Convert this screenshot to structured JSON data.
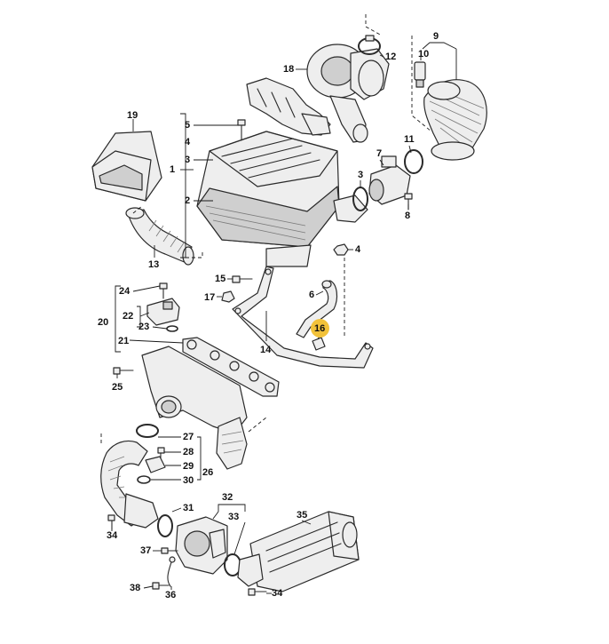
{
  "diagram": {
    "highlight_color": "#f2c23a",
    "highlighted_callout": "16",
    "callouts": [
      {
        "id": "c1",
        "text": "1"
      },
      {
        "id": "c2",
        "text": "2"
      },
      {
        "id": "c3a",
        "text": "3"
      },
      {
        "id": "c3b",
        "text": "3"
      },
      {
        "id": "c4a",
        "text": "4"
      },
      {
        "id": "c4b",
        "text": "4"
      },
      {
        "id": "c5",
        "text": "5"
      },
      {
        "id": "c6",
        "text": "6"
      },
      {
        "id": "c7",
        "text": "7"
      },
      {
        "id": "c8",
        "text": "8"
      },
      {
        "id": "c9",
        "text": "9"
      },
      {
        "id": "c10",
        "text": "10"
      },
      {
        "id": "c11",
        "text": "11"
      },
      {
        "id": "c12",
        "text": "12"
      },
      {
        "id": "c13",
        "text": "13"
      },
      {
        "id": "c14",
        "text": "14"
      },
      {
        "id": "c15",
        "text": "15"
      },
      {
        "id": "c16",
        "text": "16"
      },
      {
        "id": "c17",
        "text": "17"
      },
      {
        "id": "c18",
        "text": "18"
      },
      {
        "id": "c19",
        "text": "19"
      },
      {
        "id": "c20",
        "text": "20"
      },
      {
        "id": "c21",
        "text": "21"
      },
      {
        "id": "c22",
        "text": "22"
      },
      {
        "id": "c23",
        "text": "23"
      },
      {
        "id": "c24",
        "text": "24"
      },
      {
        "id": "c25",
        "text": "25"
      },
      {
        "id": "c26",
        "text": "26"
      },
      {
        "id": "c27",
        "text": "27"
      },
      {
        "id": "c28",
        "text": "28"
      },
      {
        "id": "c29",
        "text": "29"
      },
      {
        "id": "c30",
        "text": "30"
      },
      {
        "id": "c31",
        "text": "31"
      },
      {
        "id": "c32",
        "text": "32"
      },
      {
        "id": "c33",
        "text": "33"
      },
      {
        "id": "c34a",
        "text": "34"
      },
      {
        "id": "c34b",
        "text": "34"
      },
      {
        "id": "c35",
        "text": "35"
      },
      {
        "id": "c36",
        "text": "36"
      },
      {
        "id": "c37",
        "text": "37"
      },
      {
        "id": "c38",
        "text": "38"
      }
    ]
  }
}
